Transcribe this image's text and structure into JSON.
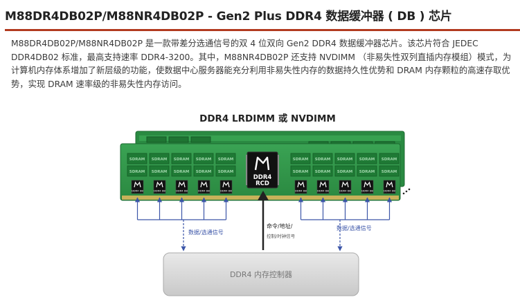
{
  "page": {
    "title": "M88DR4DB02P/M88NR4DB02P  -  Gen2 Plus DDR4 数据缓冲器 ( DB ) 芯片",
    "description": "M88DR4DB02P/M88NR4DB02P 是一款带差分选通信号的双 4 位双向 Gen2 DDR4 数据缓冲器芯片。该芯片符合 JEDEC DDR4DB02 标准，最高支持速率 DDR4-3200。其中，M88NR4DB02P 还支持 NVDIMM （非易失性双列直插内存模组）模式，为计算机内存体系增加了新层级的功能，使数据中心服务器能充分利用非易失性内存的数据持久性优势和 DRAM 内存颗粒的高速存取优势，实现 DRAM 速率级的非易失性内存访问。"
  },
  "diagram": {
    "title": "DDR4 LRDIMM 或 NVDIMM",
    "sdram_label": "SDRAM",
    "db_label": "DDR4 DB",
    "rcd_line1": "DDR4",
    "rcd_line2": "RCD",
    "left_signal": "数据/选通信号",
    "right_signal": "数据/选通信号",
    "cmd_line1": "命令/地址/",
    "cmd_line2": "控制/时钟信号",
    "controller": "DDR4 内存控制器",
    "colors": {
      "accent": "#b23a1f",
      "pcb": "#2e9146",
      "pcb_dark": "#1f7433",
      "chip": "#111111",
      "arrow": "#3b55a8"
    }
  }
}
